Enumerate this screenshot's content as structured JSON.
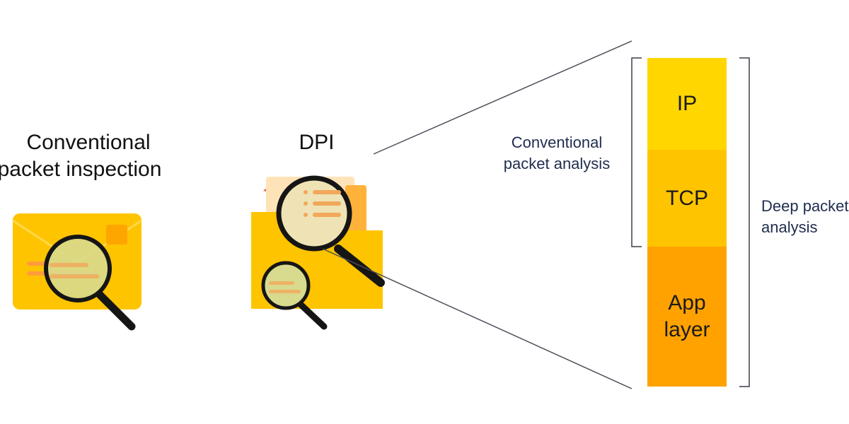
{
  "left": {
    "title_line1": "Conventional",
    "title_line2": "packet inspection"
  },
  "middle": {
    "title": "DPI"
  },
  "annotations": {
    "conventional_line1": "Conventional",
    "conventional_line2": "packet analysis",
    "deep_line1": "Deep packet",
    "deep_line2": "analysis"
  },
  "layers": [
    {
      "label": "IP"
    },
    {
      "label": "TCP"
    },
    {
      "label": "App layer"
    }
  ],
  "colors": {
    "ip": "#FFD600",
    "tcp": "#FFC400",
    "app": "#FFA200",
    "envelope": "#FFC400",
    "lens": "#D8DA8E",
    "handle": "#151515",
    "line": "#4a4f5a"
  }
}
